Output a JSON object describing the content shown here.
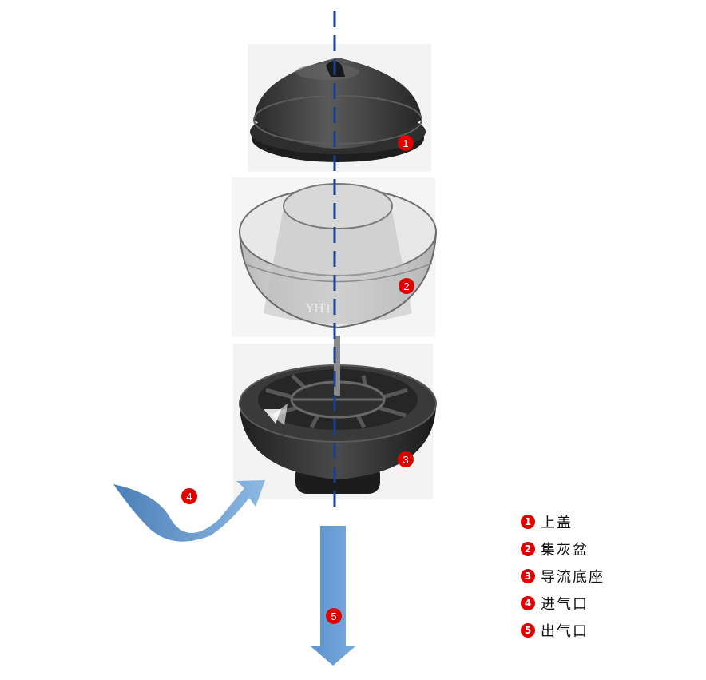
{
  "parts": {
    "lid": {
      "marker": "1"
    },
    "dust_cup": {
      "marker": "2",
      "watermark": "YHT"
    },
    "base": {
      "marker": "3"
    }
  },
  "flows": {
    "inlet": {
      "marker": "4"
    },
    "outlet": {
      "marker": "5"
    }
  },
  "legend": [
    {
      "num": "1",
      "label": "上盖"
    },
    {
      "num": "2",
      "label": "集灰盆"
    },
    {
      "num": "3",
      "label": "导流底座"
    },
    {
      "num": "4",
      "label": "进气口"
    },
    {
      "num": "5",
      "label": "出气口"
    }
  ],
  "colors": {
    "marker": "#e00000",
    "axis": "#1b3f8f",
    "arrow": "#6f9fd2",
    "lid": "#3d3d3d",
    "base": "#2e2e2e"
  }
}
